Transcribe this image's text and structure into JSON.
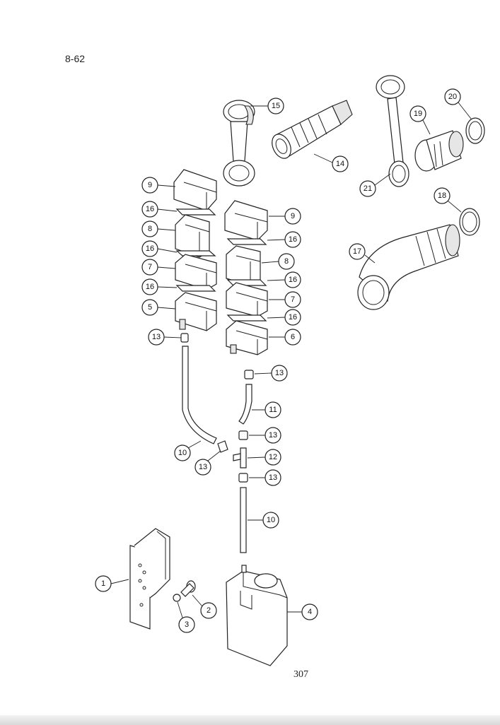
{
  "page": {
    "section_number": "8-62",
    "page_number": "307"
  },
  "callouts": [
    {
      "id": "c1",
      "label": "1"
    },
    {
      "id": "c2",
      "label": "2"
    },
    {
      "id": "c3",
      "label": "3"
    },
    {
      "id": "c4",
      "label": "4"
    },
    {
      "id": "c5",
      "label": "5"
    },
    {
      "id": "c6",
      "label": "6"
    },
    {
      "id": "c7a",
      "label": "7"
    },
    {
      "id": "c7b",
      "label": "7"
    },
    {
      "id": "c8a",
      "label": "8"
    },
    {
      "id": "c8b",
      "label": "8"
    },
    {
      "id": "c9a",
      "label": "9"
    },
    {
      "id": "c9b",
      "label": "9"
    },
    {
      "id": "c10a",
      "label": "10"
    },
    {
      "id": "c10b",
      "label": "10"
    },
    {
      "id": "c11",
      "label": "11"
    },
    {
      "id": "c12",
      "label": "12"
    },
    {
      "id": "c13a",
      "label": "13"
    },
    {
      "id": "c13b",
      "label": "13"
    },
    {
      "id": "c13c",
      "label": "13"
    },
    {
      "id": "c13d",
      "label": "13"
    },
    {
      "id": "c13e",
      "label": "13"
    },
    {
      "id": "c14",
      "label": "14"
    },
    {
      "id": "c15",
      "label": "15"
    },
    {
      "id": "c16a",
      "label": "16"
    },
    {
      "id": "c16b",
      "label": "16"
    },
    {
      "id": "c16c",
      "label": "16"
    },
    {
      "id": "c16d",
      "label": "16"
    },
    {
      "id": "c16e",
      "label": "16"
    },
    {
      "id": "c17",
      "label": "17"
    },
    {
      "id": "c18",
      "label": "18"
    },
    {
      "id": "c19",
      "label": "19"
    },
    {
      "id": "c20",
      "label": "20"
    },
    {
      "id": "c21",
      "label": "21"
    }
  ]
}
